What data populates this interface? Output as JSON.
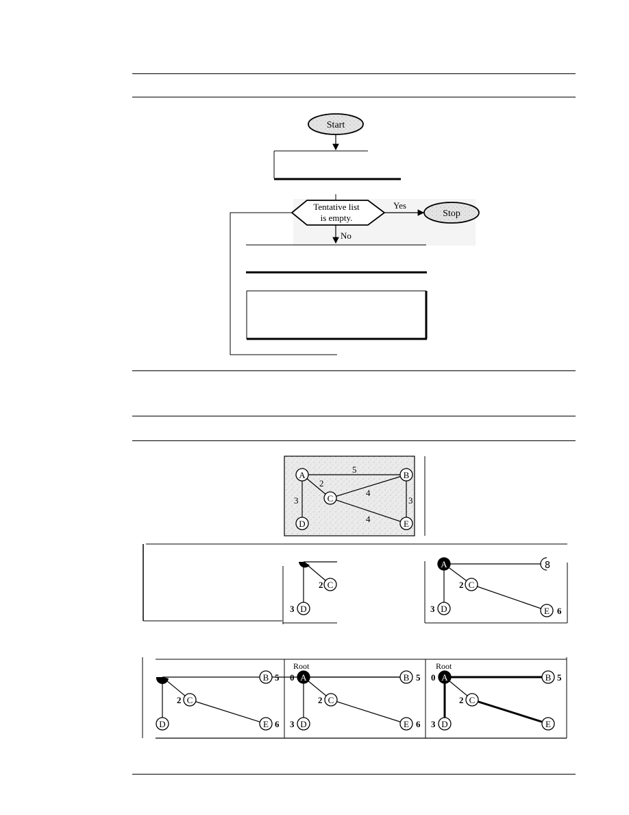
{
  "flowchart": {
    "start_label": "Start",
    "decision_line1": "Tentative list",
    "decision_line2": "is empty.",
    "yes_label": "Yes",
    "no_label": "No",
    "stop_label": "Stop"
  },
  "graph": {
    "nodes": [
      "A",
      "B",
      "C",
      "D",
      "E"
    ],
    "edge_weights": {
      "A_B": "5",
      "A_C": "2",
      "A_D": "3",
      "C_B": "4",
      "C_E": "4",
      "B_E": "3"
    }
  },
  "trees": {
    "root_label": "Root",
    "distance_A": "0",
    "distance_B": "5",
    "distance_C": "2",
    "distance_D": "3",
    "distance_E": "6",
    "partial_B_label": "8"
  },
  "colors": {
    "ink": "#000000",
    "shading": "#dddddd",
    "root_fill": "#000000"
  }
}
